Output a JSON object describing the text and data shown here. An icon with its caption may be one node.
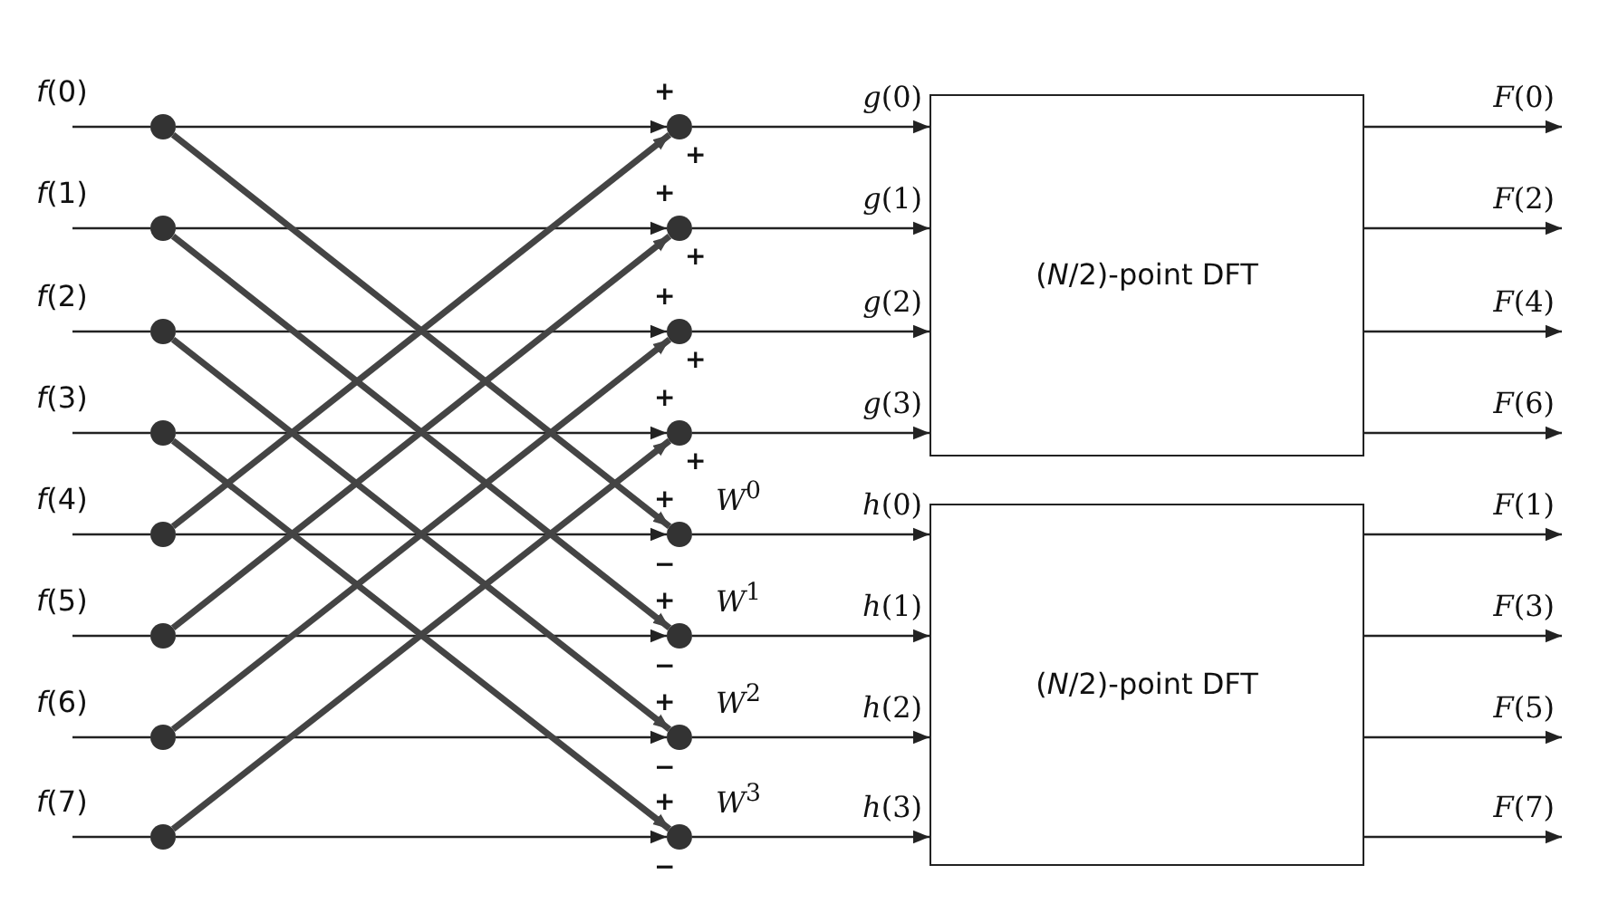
{
  "diagram": {
    "nodes": [
      {
        "text": [],
        "shape": "circle",
        "beside": [
          "*f*(0)"
        ]
      },
      {
        "text": [],
        "shape": "circle",
        "beside": [
          "*f*(1)"
        ]
      },
      {
        "text": [],
        "shape": "circle",
        "beside": [
          "*f*(2)"
        ]
      },
      {
        "text": [],
        "shape": "circle",
        "beside": [
          "*f*(3)"
        ]
      },
      {
        "text": [],
        "shape": "circle",
        "beside": [
          "*f*(4)"
        ]
      },
      {
        "text": [],
        "shape": "circle",
        "beside": [
          "*f*(5)"
        ]
      },
      {
        "text": [],
        "shape": "circle",
        "beside": [
          "*f*(6)"
        ]
      },
      {
        "text": [],
        "shape": "circle",
        "beside": [
          "*f*(7)"
        ]
      },
      {
        "text": [],
        "shape": "circle",
        "beside": [
          "+",
          "+"
        ]
      },
      {
        "text": [],
        "shape": "circle",
        "beside": [
          "+",
          "+"
        ]
      },
      {
        "text": [],
        "shape": "circle",
        "beside": [
          "+",
          "+"
        ]
      },
      {
        "text": [],
        "shape": "circle",
        "beside": [
          "+",
          "+"
        ]
      },
      {
        "text": [],
        "shape": "circle",
        "beside": [
          "+",
          "*W*$^{0}$",
          "−"
        ]
      },
      {
        "text": [],
        "shape": "circle",
        "beside": [
          "+",
          "*W*$^{1}$",
          "−"
        ]
      },
      {
        "text": [],
        "shape": "circle",
        "beside": [
          "+",
          "*W*$^{2}$",
          "−"
        ]
      },
      {
        "text": [],
        "shape": "circle",
        "beside": [
          "+",
          "*W*$^{3}$",
          "−"
        ]
      },
      {
        "text": [
          "(*N*/2)-point DFT"
        ]
      },
      {
        "text": [
          "(*N*/2)-point DFT"
        ]
      }
    ],
    "edges": [
      {
        "from": null,
        "to": 0,
        "arrow": "none"
      },
      {
        "from": null,
        "to": 1,
        "arrow": "none"
      },
      {
        "from": null,
        "to": 2,
        "arrow": "none"
      },
      {
        "from": null,
        "to": 3,
        "arrow": "none"
      },
      {
        "from": null,
        "to": 4,
        "arrow": "none"
      },
      {
        "from": null,
        "to": 5,
        "arrow": "none"
      },
      {
        "from": null,
        "to": 6,
        "arrow": "none"
      },
      {
        "from": null,
        "to": 7,
        "arrow": "none"
      },
      {
        "from": 0,
        "to": 8,
        "arrow": "to"
      },
      {
        "from": 1,
        "to": 9,
        "arrow": "to"
      },
      {
        "from": 2,
        "to": 10,
        "arrow": "to"
      },
      {
        "from": 3,
        "to": 11,
        "arrow": "to"
      },
      {
        "from": 4,
        "to": 12,
        "arrow": "to"
      },
      {
        "from": 5,
        "to": 13,
        "arrow": "to"
      },
      {
        "from": 6,
        "to": 14,
        "arrow": "to"
      },
      {
        "from": 7,
        "to": 15,
        "arrow": "to"
      },
      {
        "from": 0,
        "to": 12,
        "arrow": "to",
        "style": "thick"
      },
      {
        "from": 1,
        "to": 13,
        "arrow": "to",
        "style": "thick"
      },
      {
        "from": 2,
        "to": 14,
        "arrow": "to",
        "style": "thick"
      },
      {
        "from": 3,
        "to": 15,
        "arrow": "to",
        "style": "thick"
      },
      {
        "from": 4,
        "to": 8,
        "arrow": "to",
        "style": "thick"
      },
      {
        "from": 5,
        "to": 9,
        "arrow": "to",
        "style": "thick"
      },
      {
        "from": 6,
        "to": 10,
        "arrow": "to",
        "style": "thick"
      },
      {
        "from": 7,
        "to": 11,
        "arrow": "to",
        "style": "thick"
      },
      {
        "from": 8,
        "to": 16,
        "arrow": "to",
        "label": "*g*(0)"
      },
      {
        "from": 9,
        "to": 16,
        "arrow": "to",
        "label": "*g*(1)"
      },
      {
        "from": 10,
        "to": 16,
        "arrow": "to",
        "label": "*g*(2)"
      },
      {
        "from": 11,
        "to": 16,
        "arrow": "to",
        "label": "*g*(3)"
      },
      {
        "from": 12,
        "to": 17,
        "arrow": "to",
        "label": "*h*(0)"
      },
      {
        "from": 13,
        "to": 17,
        "arrow": "to",
        "label": "*h*(1)"
      },
      {
        "from": 14,
        "to": 17,
        "arrow": "to",
        "label": "*h*(2)"
      },
      {
        "from": 15,
        "to": 17,
        "arrow": "to",
        "label": "*h*(3)"
      },
      {
        "from": 16,
        "to": null,
        "arrow": "to",
        "label": "*F*(0)"
      },
      {
        "from": 16,
        "to": null,
        "arrow": "to",
        "label": "*F*(2)"
      },
      {
        "from": 16,
        "to": null,
        "arrow": "to",
        "label": "*F*(4)"
      },
      {
        "from": 16,
        "to": null,
        "arrow": "to",
        "label": "*F*(6)"
      },
      {
        "from": 17,
        "to": null,
        "arrow": "to",
        "label": "*F*(1)"
      },
      {
        "from": 17,
        "to": null,
        "arrow": "to",
        "label": "*F*(3)"
      },
      {
        "from": 17,
        "to": null,
        "arrow": "to",
        "label": "*F*(5)"
      },
      {
        "from": 17,
        "to": null,
        "arrow": "to",
        "label": "*F*(7)"
      }
    ]
  }
}
